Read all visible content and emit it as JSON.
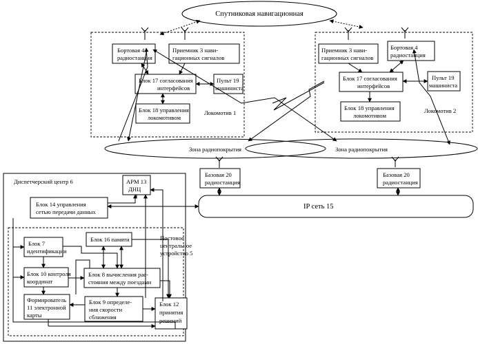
{
  "satellite": {
    "label": "Спутниковая навигационная"
  },
  "loco1": {
    "radio_line1": "Бортовая 4",
    "radio_line2": "радиостанция",
    "receiver_line1": "Приемник 3 нави-",
    "receiver_line2": "гационных сигналов",
    "interface_line1": "Блок 17 согласования",
    "interface_line2": "интерфейсов",
    "console_line1": "Пульт 19",
    "console_line2": "машиниста",
    "control_line1": "Блок 18 управления",
    "control_line2": "локомотивом",
    "caption": "Локомотив 1"
  },
  "loco2": {
    "receiver_line1": "Приемник 3 нави-",
    "receiver_line2": "гационных сигналов",
    "radio_line1": "Бортовая 4",
    "radio_line2": "радиостанция",
    "interface_line1": "Блок 17 согласования",
    "interface_line2": "интерфейсов",
    "console_line1": "Пульт 19",
    "console_line2": "машиниста",
    "control_line1": "Блок 18 управления",
    "control_line2": "локомотивом",
    "caption": "Локомотив 2"
  },
  "coverage": {
    "left_label": "Зона радиопокрытия",
    "right_label": "Зона радиопокрытия"
  },
  "base_stations": {
    "left_line1": "Базовая 20",
    "left_line2": "радиостанция",
    "right_line1": "Базовая 20",
    "right_line2": "радиостанция"
  },
  "ip_network": {
    "label": "IP сеть 15"
  },
  "dispatch": {
    "title": "Диспетчерский центр 6",
    "arm_line1": "АРМ 13",
    "arm_line2": "ДНЦ",
    "net_control_line1": "Блок 14 управления",
    "net_control_line2": "сетью передачи данных",
    "central": {
      "title_line1": "Постовое",
      "title_line2": "центральное",
      "title_line3": "устройство 5",
      "ident_line1": "Блок  7",
      "ident_line2": "идентификации",
      "memory": "Блок 16 памяти",
      "coord_line1": "Блок 10 контроля",
      "coord_line2": "координат",
      "distance_line1": "Блок 8 вычисления рас-",
      "distance_line2": "стояния между поездами",
      "former_line1": "Формирователь",
      "former_line2": "11 электронной",
      "former_line3": "карты",
      "speed_line1": "Блок 9 определе-",
      "speed_line2": "ния скорости",
      "speed_line3": "сближения",
      "decision_line1": "Блок  12",
      "decision_line2": "принятия",
      "decision_line3": "решений"
    }
  }
}
